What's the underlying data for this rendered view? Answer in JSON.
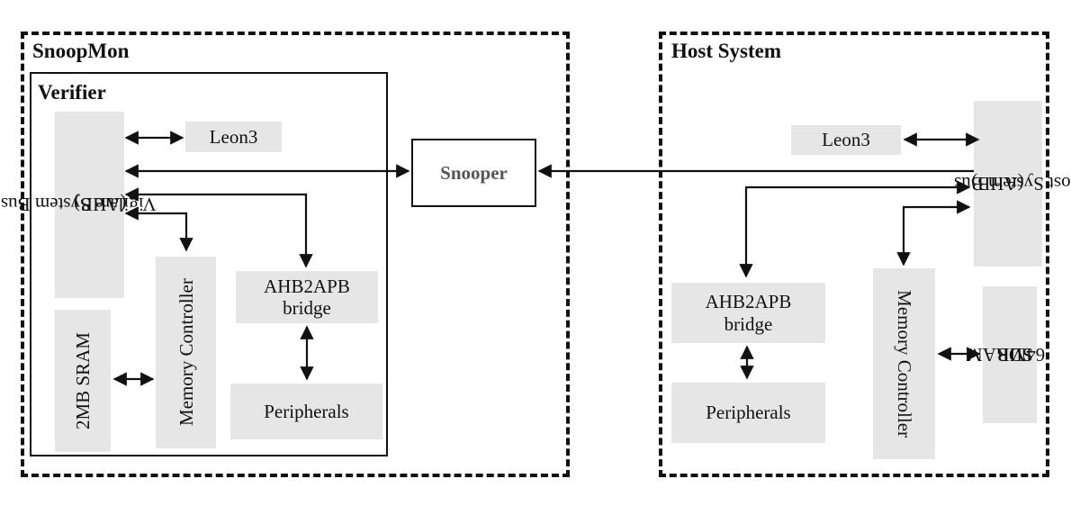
{
  "snoopmon": {
    "title": "SnoopMon",
    "verifier": {
      "title": "Verifier",
      "bus_line1": "Vigilare System Bus",
      "bus_line2": "(AHB)",
      "leon3": "Leon3",
      "sram": "2MB SRAM",
      "memory_controller": "Memory Controller",
      "ahb2apb_line1": "AHB2APB",
      "ahb2apb_line2": "bridge",
      "peripherals": "Peripherals"
    }
  },
  "snooper": {
    "label": "Snooper"
  },
  "host": {
    "title": "Host System",
    "leon3": "Leon3",
    "bus_line1": "Host System Bus",
    "bus_line2": "(AHB)",
    "ahb2apb_line1": "AHB2APB",
    "ahb2apb_line2": "bridge",
    "peripherals": "Peripherals",
    "memory_controller": "Memory Controller",
    "sdram_line1": "64MB",
    "sdram_line2": "SDRAM"
  },
  "colors": {
    "box_fill": "#e6e6e6",
    "line": "#111111"
  }
}
